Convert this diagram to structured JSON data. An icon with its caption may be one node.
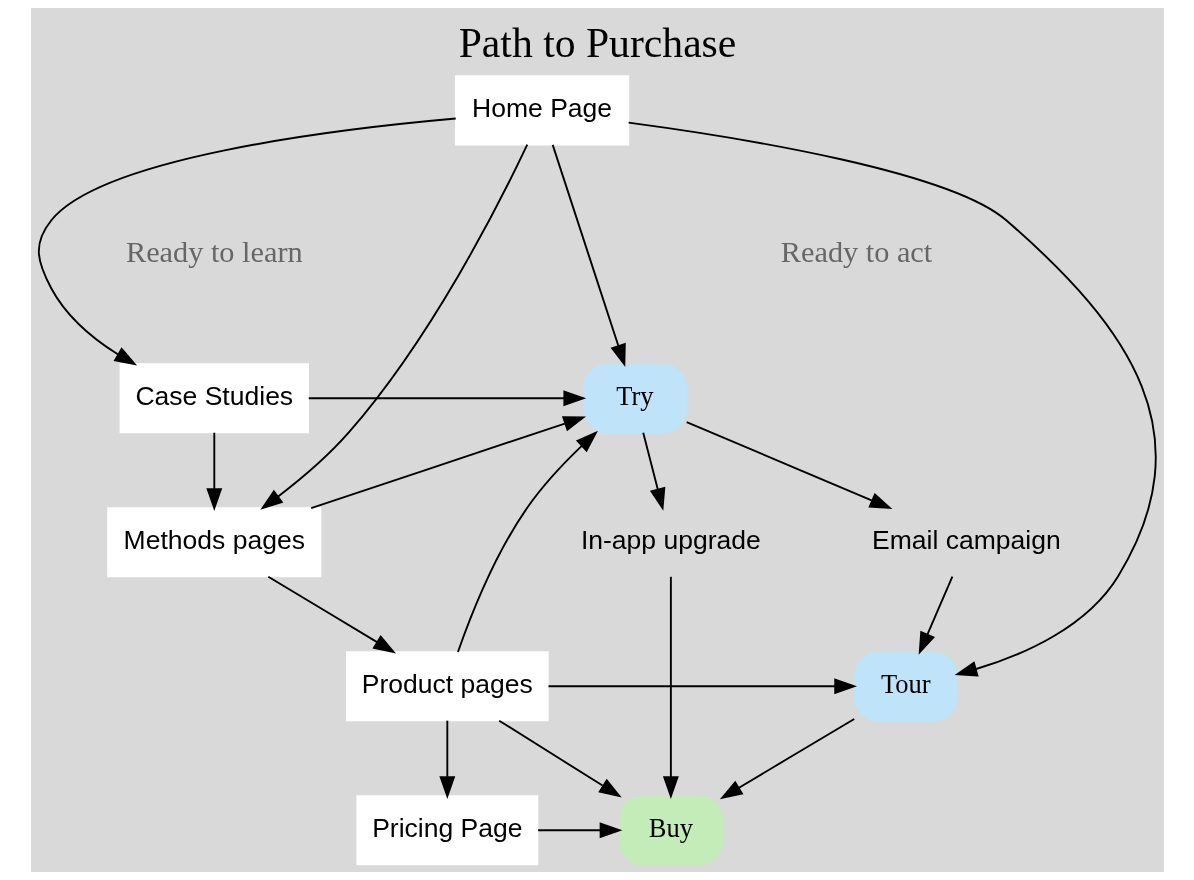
{
  "diagram": {
    "title": "Path to Purchase",
    "nodes": [
      {
        "text": [
          "Home Page"
        ]
      },
      {
        "text": [
          "Case Studies"
        ]
      },
      {
        "text": [
          "Methods pages"
        ]
      },
      {
        "text": [
          "Product pages"
        ]
      },
      {
        "text": [
          "Pricing Page"
        ]
      },
      {
        "text": [
          "Try"
        ]
      },
      {
        "text": [
          "Email campaign"
        ]
      },
      {
        "text": [
          "In-app upgrade"
        ]
      },
      {
        "text": [
          "Tour"
        ]
      },
      {
        "text": [
          "Buy"
        ]
      }
    ],
    "edges": [
      {
        "from": 0,
        "to": 1,
        "arrow": "to"
      },
      {
        "from": 0,
        "to": 2,
        "arrow": "to"
      },
      {
        "from": 0,
        "to": 5,
        "arrow": "to"
      },
      {
        "from": 0,
        "to": 8,
        "arrow": "to"
      },
      {
        "from": 1,
        "to": 5,
        "arrow": "to"
      },
      {
        "from": 1,
        "to": 2,
        "arrow": "to"
      },
      {
        "from": 2,
        "to": 5,
        "arrow": "to"
      },
      {
        "from": 2,
        "to": 3,
        "arrow": "to"
      },
      {
        "from": 3,
        "to": 5,
        "arrow": "to"
      },
      {
        "from": 3,
        "to": 8,
        "arrow": "to"
      },
      {
        "from": 3,
        "to": 9,
        "arrow": "to"
      },
      {
        "from": 3,
        "to": 4,
        "arrow": "to"
      },
      {
        "from": 4,
        "to": 9,
        "arrow": "to"
      },
      {
        "from": 5,
        "to": 6,
        "arrow": "to"
      },
      {
        "from": 5,
        "to": 7,
        "arrow": "to"
      },
      {
        "from": 6,
        "to": 8,
        "arrow": "to"
      },
      {
        "from": 8,
        "to": 9,
        "arrow": "to"
      },
      {
        "from": 7,
        "to": 9,
        "arrow": "to"
      }
    ],
    "labels": [
      "Ready to learn",
      "Ready to act"
    ]
  }
}
